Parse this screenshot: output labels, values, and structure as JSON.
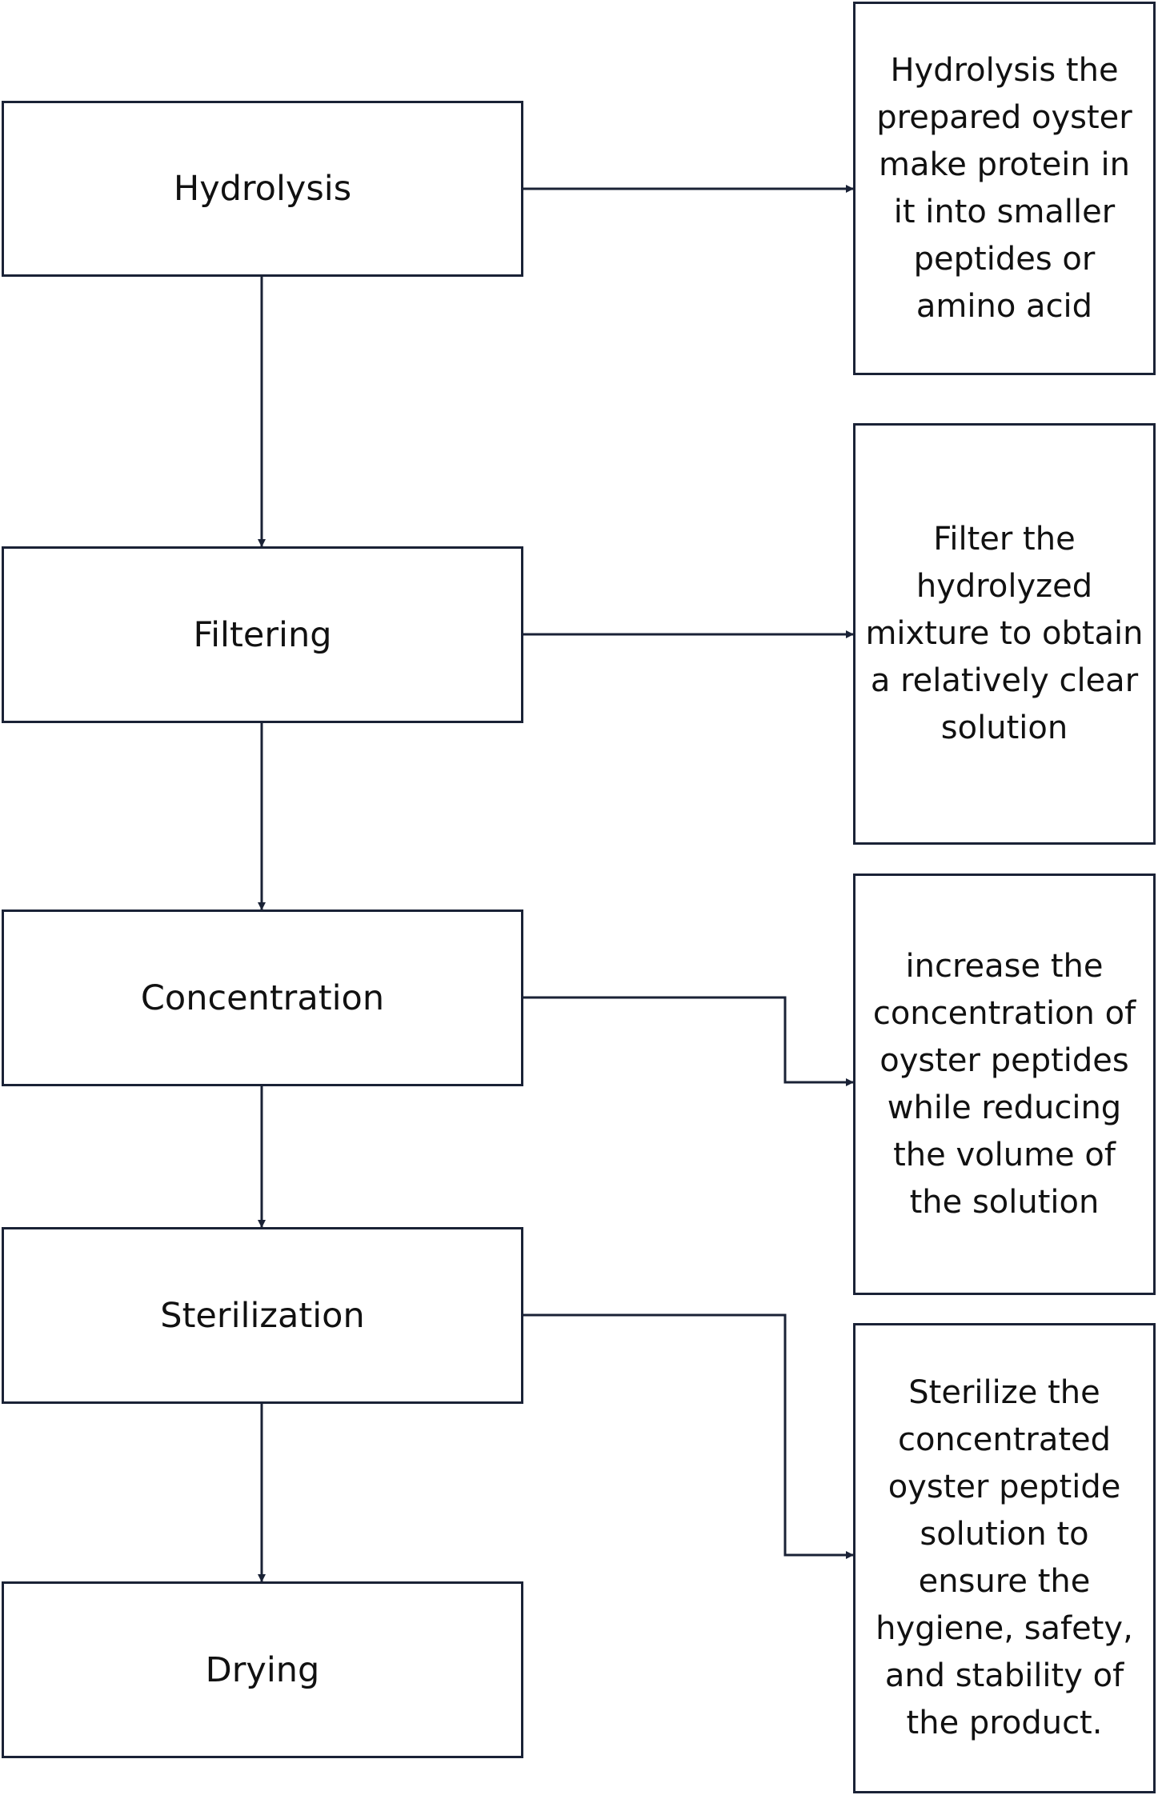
{
  "steps": [
    {
      "label": "Hydrolysis"
    },
    {
      "label": "Filtering"
    },
    {
      "label": "Concentration"
    },
    {
      "label": "Sterilization"
    },
    {
      "label": "Drying"
    }
  ],
  "notes": [
    {
      "text": "Hydrolysis the prepared oyster make protein in it into smaller peptides or amino acid"
    },
    {
      "text": "Filter the hydrolyzed mixture to obtain a relatively clear solution"
    },
    {
      "text": "increase the concentration of oyster peptides while reducing the volume of the solution"
    },
    {
      "text": "Sterilize the concentrated oyster peptide solution to ensure the hygiene, safety, and stability of the product."
    }
  ],
  "colors": {
    "stroke": "#1a2236",
    "text": "#111111",
    "background": "#ffffff"
  }
}
